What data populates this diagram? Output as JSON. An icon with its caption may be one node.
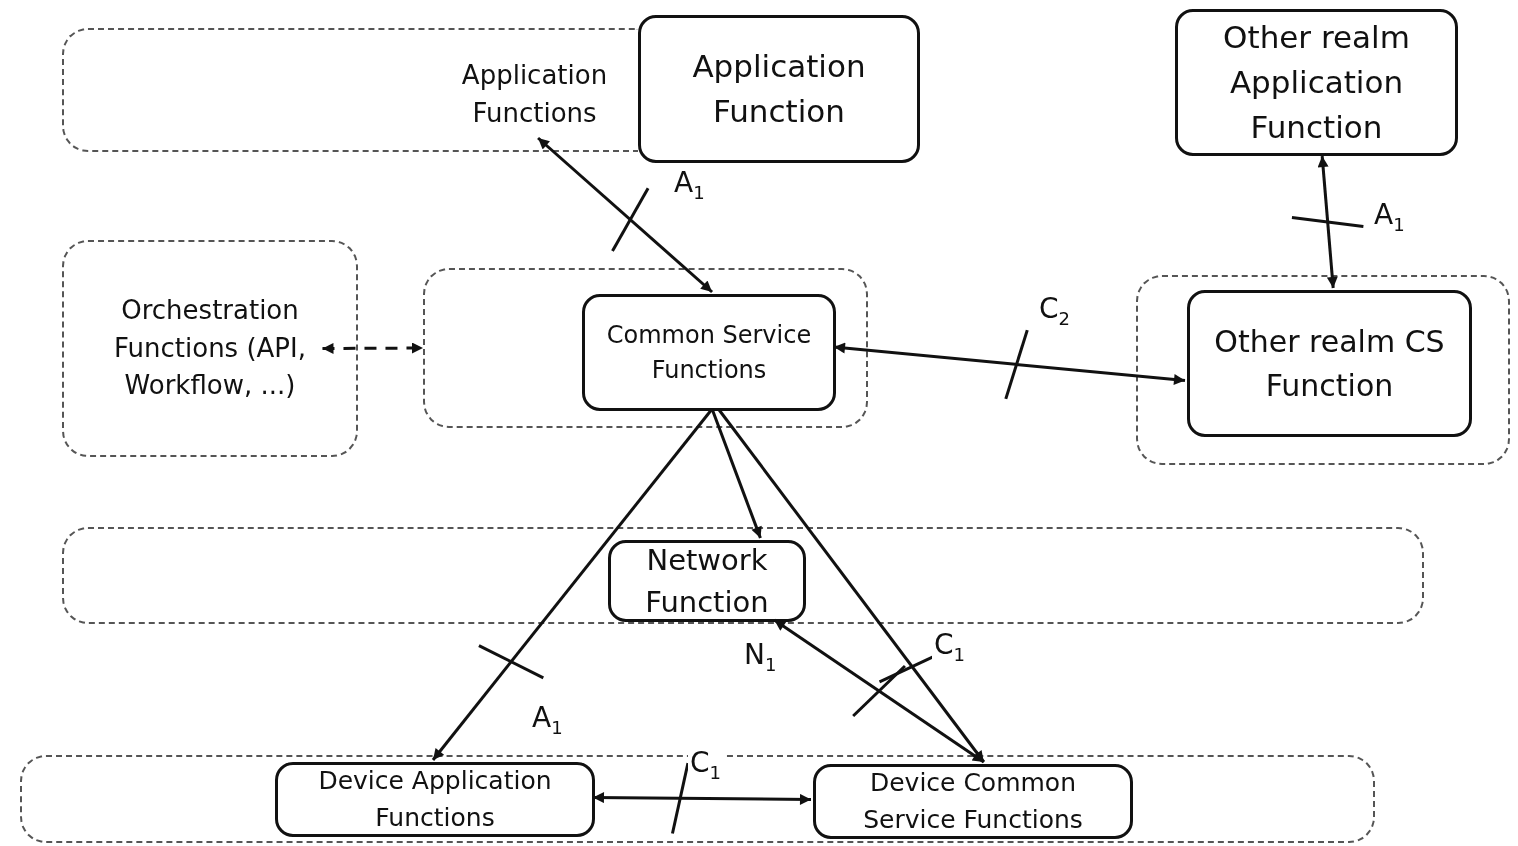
{
  "diagram": {
    "nodes": [
      {
        "text": [],
        "shape": "box"
      },
      {
        "text": [
          "Application Functions"
        ],
        "in": 0
      },
      {
        "text": [
          "Application Function"
        ]
      },
      {
        "text": [
          "Other realm Application Function"
        ]
      },
      {
        "text": [
          "Orchestration Functions (API, Workflow, ...)"
        ]
      },
      {
        "text": [],
        "shape": "box"
      },
      {
        "text": [
          "Common Service Functions"
        ],
        "in": 5
      },
      {
        "text": [],
        "shape": "box"
      },
      {
        "text": [
          "Other realm CS Function"
        ],
        "in": 7
      },
      {
        "text": [],
        "shape": "box"
      },
      {
        "text": [
          "Network Function"
        ],
        "in": 9
      },
      {
        "text": [],
        "shape": "box"
      },
      {
        "text": [
          "Device Application Functions"
        ],
        "in": 11
      },
      {
        "text": [
          "Device Common Service Functions"
        ],
        "in": 11
      }
    ],
    "edges": [
      {
        "from": 6,
        "to": 1,
        "arrow": "both",
        "label": "A$_{1}$"
      },
      {
        "from": 8,
        "to": 3,
        "arrow": "both",
        "label": "A$_{1}$"
      },
      {
        "from": 6,
        "to": 8,
        "arrow": "both",
        "label": "C$_{2}$"
      },
      {
        "from": 4,
        "to": 5,
        "arrow": "both",
        "style": "dashed"
      },
      {
        "from": 6,
        "to": 10,
        "arrow": "to"
      },
      {
        "from": 6,
        "to": 12,
        "arrow": "to",
        "label": "A$_{1}$"
      },
      {
        "from": 6,
        "to": 13,
        "arrow": "to",
        "label": "C$_{1}$"
      },
      {
        "from": 13,
        "to": 10,
        "arrow": "both",
        "label": "N$_{1}$"
      },
      {
        "from": 12,
        "to": 13,
        "arrow": "both",
        "label": "C$_{1}$"
      }
    ]
  }
}
